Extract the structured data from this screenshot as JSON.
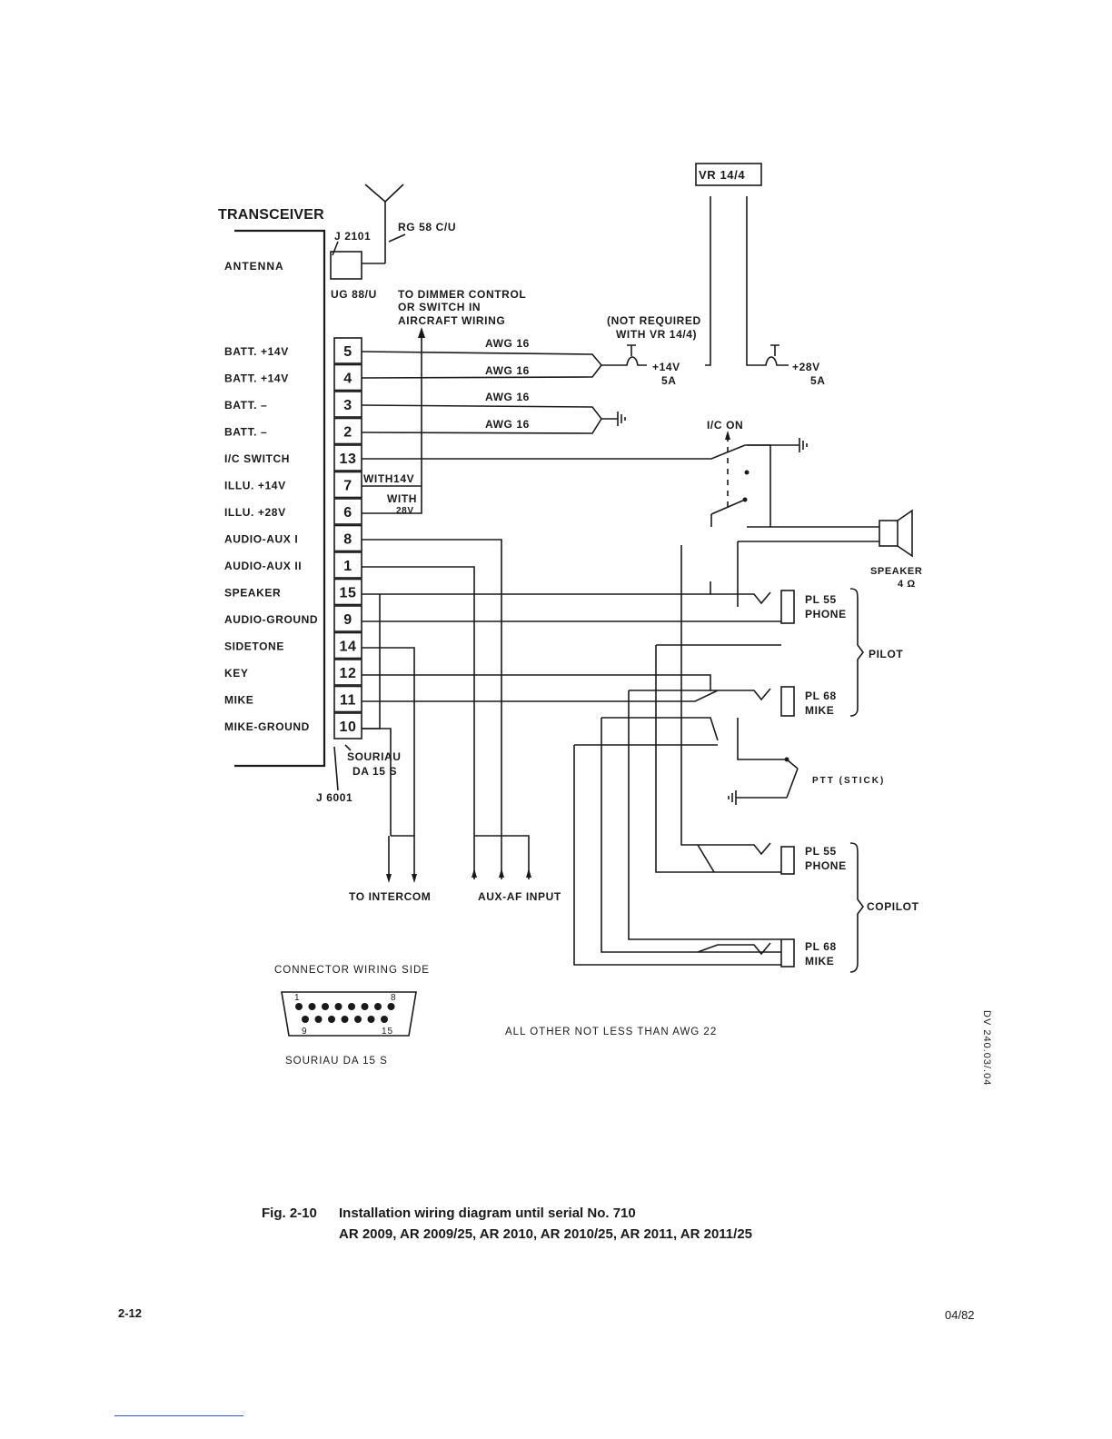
{
  "diagram": {
    "title": "TRANSCEIVER",
    "antenna": {
      "label": "ANTENNA",
      "jack": "J 2101",
      "cable": "RG 58 C/U",
      "plug": "UG 88/U"
    },
    "connector": {
      "pins": [
        "5",
        "4",
        "3",
        "2",
        "13",
        "7",
        "6",
        "8",
        "1",
        "15",
        "9",
        "14",
        "12",
        "11",
        "10"
      ],
      "signals": [
        "BATT. +14V",
        "BATT. +14V",
        "BATT. –",
        "BATT. –",
        "I/C SWITCH",
        "ILLU. +14V",
        "ILLU. +28V",
        "AUDIO-AUX I",
        "AUDIO-AUX II",
        "SPEAKER",
        "AUDIO-GROUND",
        "SIDETONE",
        "KEY",
        "MIKE",
        "MIKE-GROUND"
      ],
      "name_line1": "SOURIAU",
      "name_line2": "DA 15 S",
      "ref": "J 6001"
    },
    "dimmer": [
      "TO DIMMER CONTROL",
      "OR SWITCH IN",
      "AIRCRAFT WIRING"
    ],
    "illum": {
      "with14": "WITH14V",
      "with28_line1": "WITH",
      "with28_line2": "28V"
    },
    "wire_gauges": [
      "AWG 16",
      "AWG 16",
      "AWG 16",
      "AWG 16"
    ],
    "regulator": "VR 14/4",
    "not_required": [
      "(NOT REQUIRED",
      "WITH VR 14/4)"
    ],
    "supply_14": [
      "+14V",
      "5A"
    ],
    "supply_28": [
      "+28V",
      "5A"
    ],
    "ic_on": "I/C ON",
    "speaker": [
      "SPEAKER",
      "4 Ω"
    ],
    "pilot": {
      "label": "PILOT",
      "phone": [
        "PL 55",
        "PHONE"
      ],
      "mike": [
        "PL 68",
        "MIKE"
      ]
    },
    "ptt": "PTT (STICK)",
    "copilot": {
      "label": "COPILOT",
      "phone": [
        "PL 55",
        "PHONE"
      ],
      "mike": [
        "PL 68",
        "MIKE"
      ]
    },
    "to_intercom": "TO INTERCOM",
    "aux_input": "AUX-AF INPUT",
    "connector_view": {
      "title": "CONNECTOR WIRING SIDE",
      "pin_1": "1",
      "pin_8": "8",
      "pin_9": "9",
      "pin_15": "15",
      "name": "SOURIAU DA 15 S"
    },
    "note": "ALL OTHER NOT LESS THAN AWG 22"
  },
  "caption": {
    "fig": "Fig. 2-10",
    "line1": "Installation wiring diagram until serial No. 710",
    "line2": "AR 2009, AR 2009/25, AR 2010, AR 2010/25, AR 2011, AR 2011/25"
  },
  "page": {
    "number": "2-12",
    "date": "04/82",
    "doc_code": "DV 240.03/.04"
  }
}
